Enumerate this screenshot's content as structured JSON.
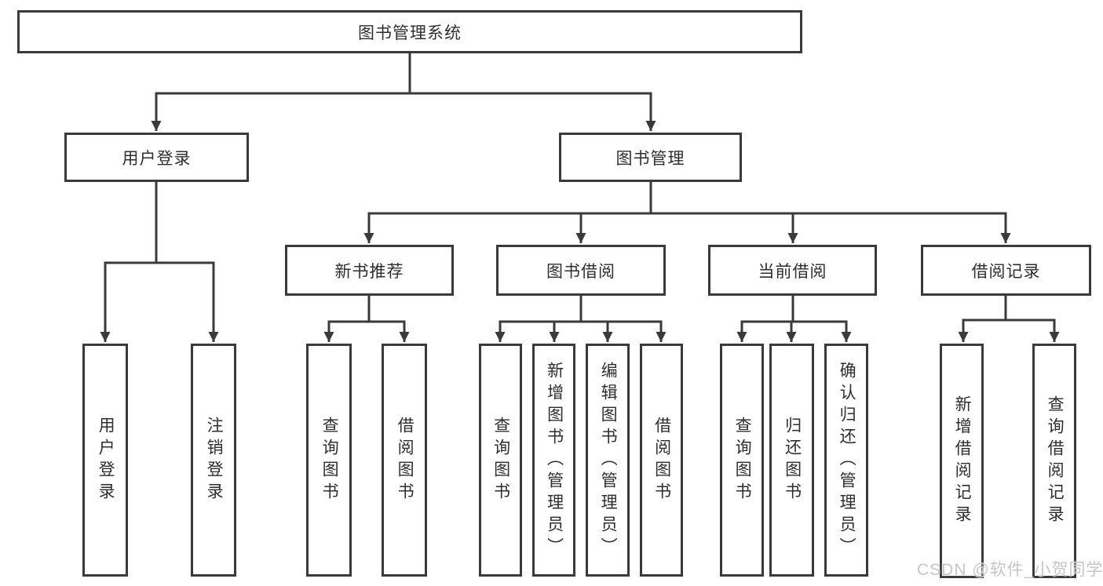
{
  "diagram": {
    "type": "hierarchy-tree",
    "watermark": "CSDN @软件_小贺同学",
    "colors": {
      "line": "#3a3a3a",
      "box_border": "#3a3a3a",
      "text": "#2e2e2e",
      "watermark": "#c6c6c6",
      "background": "#ffffff"
    },
    "nodes": {
      "root": "图书管理系统",
      "user_login": "用户登录",
      "book_mgmt": "图书管理",
      "new_books": "新书推荐",
      "book_borrow": "图书借阅",
      "current_borrow": "当前借阅",
      "borrow_records": "借阅记录",
      "ul_login": "用户登录",
      "ul_logout": "注销登录",
      "nb_query": "查询图书",
      "nb_borrow": "借阅图书",
      "bb_query": "查询图书",
      "bb_add": "新增图书（管理员）",
      "bb_edit": "编辑图书（管理员）",
      "bb_borrow": "借阅图书",
      "cb_query": "查询图书",
      "cb_return": "归还图书",
      "cb_confirm": "确认归还（管理员）",
      "br_add": "新增借阅记录",
      "br_query": "查询借阅记录"
    },
    "edges": [
      "root>user_login",
      "root>book_mgmt",
      "user_login>ul_login",
      "user_login>ul_logout",
      "book_mgmt>new_books",
      "book_mgmt>book_borrow",
      "book_mgmt>current_borrow",
      "book_mgmt>borrow_records",
      "new_books>nb_query",
      "new_books>nb_borrow",
      "book_borrow>bb_query",
      "book_borrow>bb_add",
      "book_borrow>bb_edit",
      "book_borrow>bb_borrow",
      "current_borrow>cb_query",
      "current_borrow>cb_return",
      "current_borrow>cb_confirm",
      "borrow_records>br_add",
      "borrow_records>br_query"
    ]
  }
}
